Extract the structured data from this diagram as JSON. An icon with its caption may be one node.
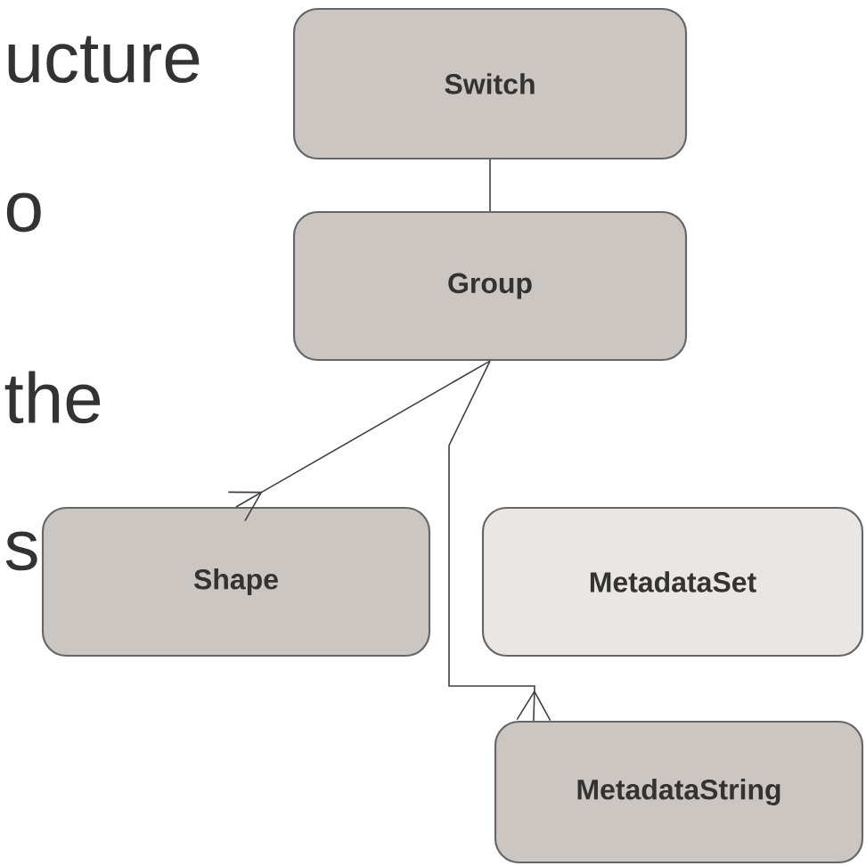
{
  "diagram": {
    "nodes": [
      {
        "text": [
          "Switch"
        ]
      },
      {
        "text": [
          "Group"
        ]
      },
      {
        "text": [
          "Shape"
        ]
      },
      {
        "text": [
          "MetadataSet"
        ]
      },
      {
        "text": [
          "MetadataString"
        ]
      }
    ],
    "edges": [
      {
        "from": 0,
        "to": 1,
        "arrow": "none"
      },
      {
        "from": 1,
        "to": 2,
        "arrow": "other"
      },
      {
        "from": 1,
        "to": 4,
        "arrow": "other"
      }
    ],
    "labels": [
      "ucture",
      "o",
      "the",
      "s"
    ]
  }
}
